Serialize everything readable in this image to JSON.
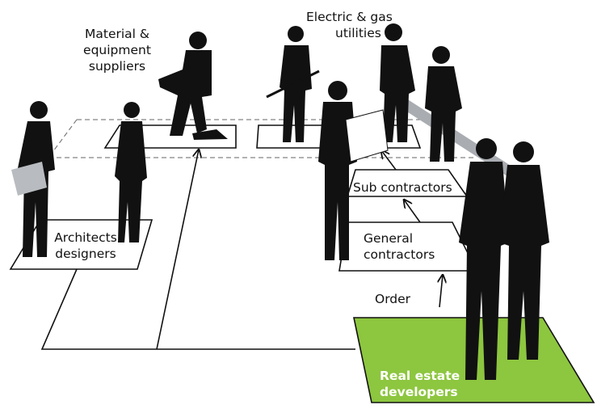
{
  "labels": {
    "material_suppliers": [
      "Material &",
      "equipment",
      "suppliers"
    ],
    "utilities": [
      "Electric & gas",
      "utilities"
    ],
    "sub_contractors": "Sub contractors",
    "general_contractors": [
      "General",
      "contractors"
    ],
    "architects_designers": [
      "Architects",
      "designers"
    ],
    "order": "Order",
    "real_estate_developers": [
      "Real estate",
      "developers"
    ]
  },
  "colors": {
    "developer_panel": "#8dc63f",
    "silhouette": "#111111",
    "line": "#111111",
    "dashed": "#666666",
    "bag": "#b8bcc0",
    "beam": "#a9adb2"
  },
  "icons": [
    "person-silhouette",
    "construction-worker",
    "arrow"
  ]
}
